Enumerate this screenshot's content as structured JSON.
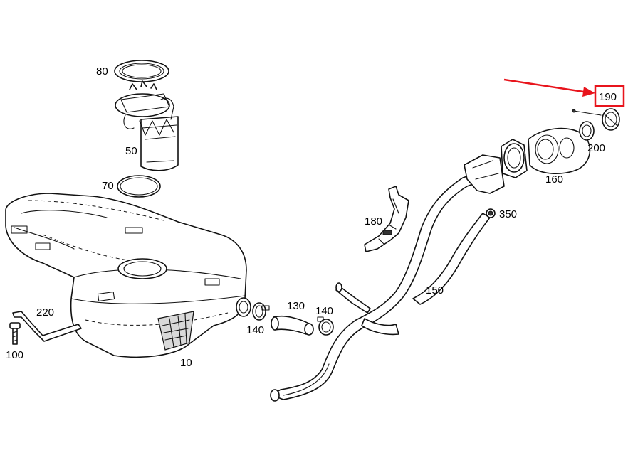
{
  "diagram": {
    "highlight_color": "#e8141c",
    "line_color": "#111111",
    "background": "#ffffff",
    "highlighted_part": "190",
    "labels": {
      "p80": "80",
      "p50": "50",
      "p70": "70",
      "p10": "10",
      "p220": "220",
      "p100": "100",
      "p140a": "140",
      "p130": "130",
      "p140b": "140",
      "p180": "180",
      "p150": "150",
      "p350": "350",
      "p160": "160",
      "p200": "200",
      "p190": "190"
    }
  }
}
